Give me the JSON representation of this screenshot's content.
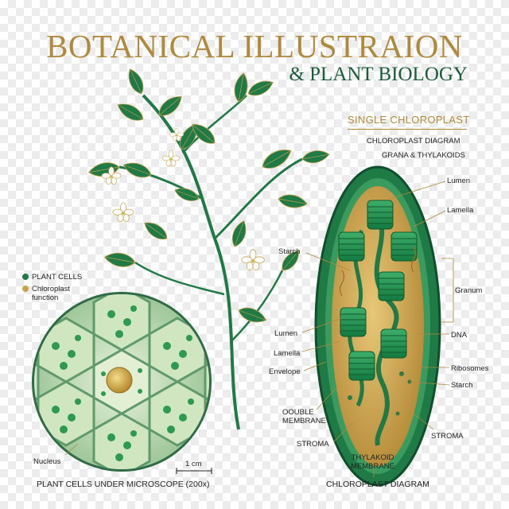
{
  "title": {
    "main": "BOTANICAL ILLUSTRAION",
    "sub": "& PLANT BIOLOGY"
  },
  "colors": {
    "gold": "#b08a3c",
    "leaf_green": "#1f7a45",
    "dark_green": "#0f4f2c",
    "chloroplast_gold": "#c9a24e"
  },
  "chloroplast_panel": {
    "header": "SINGLE CHLOROPLAST",
    "line1": "CHLOROPLAST DIAGRAM",
    "line2": "GRANA & THYLAKOIDS",
    "caption": "CHLOROPLAST DIAGRAM",
    "labels": {
      "lumen_top": "Lumen",
      "lamella_top": "Lamella",
      "starch_left": "Starch",
      "granum": "Granum",
      "lumen_left": "Lumen",
      "dna": "DNA",
      "lamella_left": "Lamella",
      "ribosomes": "Ribosomes",
      "envelope": "Envelope",
      "starch_right": "Starch",
      "double_membrane_1": "OOUBLE",
      "double_membrane_2": "MEMBRANE",
      "stroma_right": "STROMA",
      "stroma_left": "STROMA",
      "thylakoid_membrane_1": "THYLAKOID",
      "thylakoid_membrane_2": "MEMBRANE"
    }
  },
  "legend": {
    "items": [
      {
        "label": "PLANT CELLS",
        "color": "#1f7a45"
      },
      {
        "label": "Chloroplast",
        "label2": "function",
        "color": "#c9a24e"
      }
    ]
  },
  "microscope": {
    "nucleus_label": "Nucleus",
    "scale_label": "1 cm",
    "caption": "PLANT CELLS UNDER MICROSCOPE (200x)"
  }
}
